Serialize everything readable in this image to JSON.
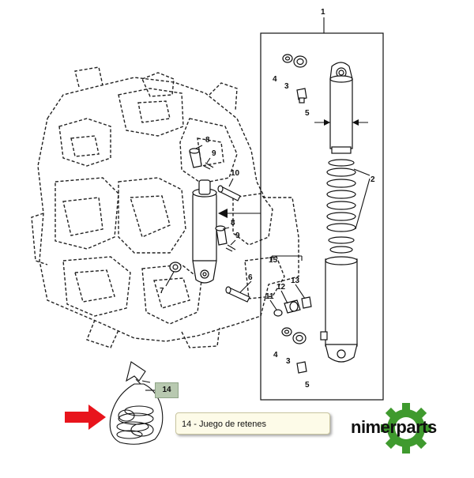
{
  "diagram": {
    "callouts": [
      "1",
      "2",
      "3",
      "4",
      "5",
      "6",
      "7",
      "8",
      "9",
      "10",
      "11",
      "12",
      "13",
      "14",
      "15"
    ],
    "caption": "14 - Juego de retenes",
    "badge": "14",
    "brand": "nimerparts",
    "colors": {
      "arrow": "#e8141c",
      "badge": "#b8c9b0",
      "caption_bg": "#fdfbe8",
      "gear": "#3f9a2e"
    }
  }
}
